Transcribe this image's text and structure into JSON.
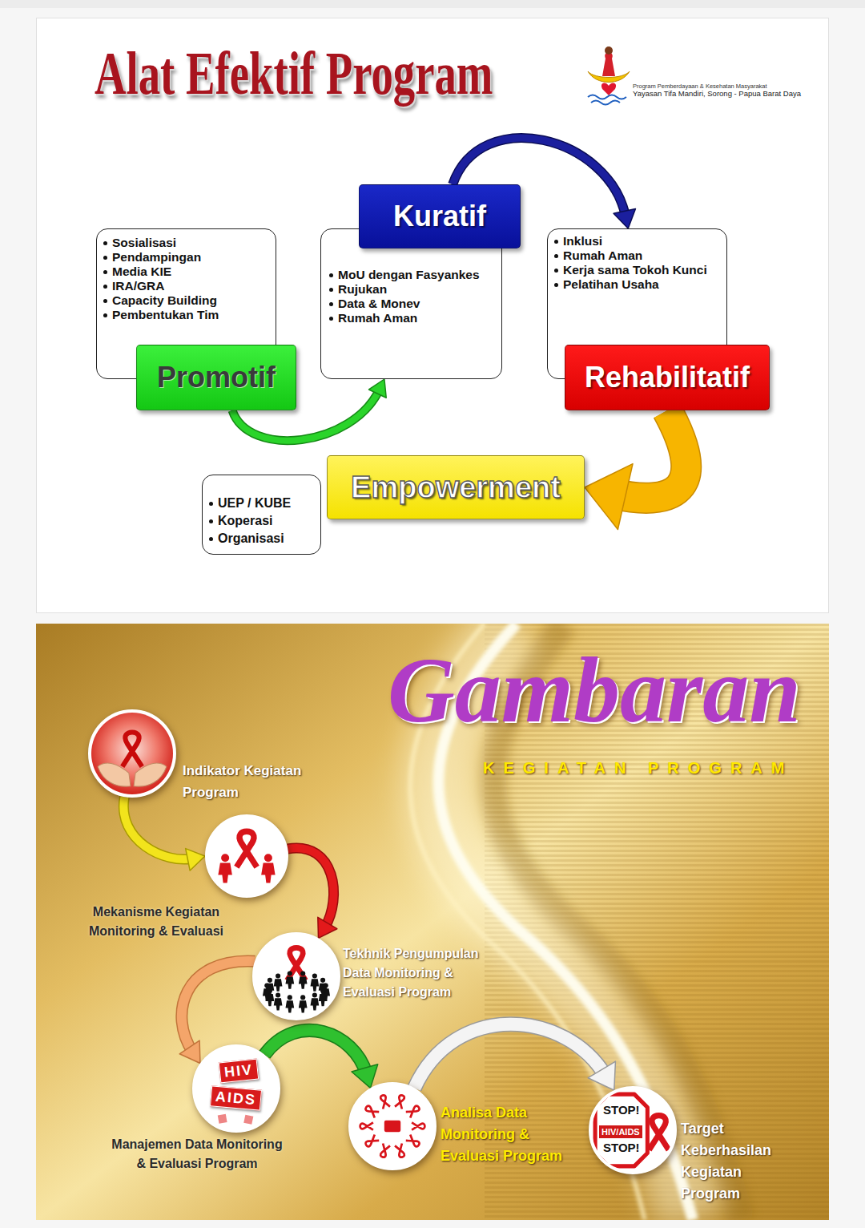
{
  "diagram": {
    "title": "Alat Efektif Program",
    "nodes": [
      {
        "text": [
          "Sosialisasi",
          "Pendampingan",
          "Media KIE",
          "IRA/GRA",
          "Capacity Building",
          "Pembentukan Tim"
        ]
      },
      {
        "text": [
          "Promotif"
        ]
      },
      {
        "text": [
          "Kuratif"
        ]
      },
      {
        "text": [
          "MoU dengan Fasyankes",
          "Rujukan",
          "Data & Monev",
          "Rumah Aman"
        ]
      },
      {
        "text": [
          "Inklusi",
          "Rumah Aman",
          "Kerja sama Tokoh Kunci",
          "Pelatihan Usaha"
        ]
      },
      {
        "text": [
          "Rehabilitatif"
        ]
      },
      {
        "text": [
          "Empowerment"
        ]
      },
      {
        "text": [
          "UEP / KUBE",
          "Koperasi",
          "Organisasi"
        ]
      },
      {
        "text": [
          "Indikator Kegiatan Program"
        ]
      },
      {
        "text": [
          "Mekanisme Kegiatan Monitoring & Evaluasi"
        ]
      },
      {
        "text": [
          "Tekhnik Pengumpulan Data Monitoring & Evaluasi Program"
        ]
      },
      {
        "text": [
          "Manajemen Data Monitoring & Evaluasi Program",
          "HIV",
          "AIDS"
        ]
      },
      {
        "text": [
          "Analisa Data Monitoring & Evaluasi Program"
        ]
      },
      {
        "text": [
          "Target Keberhasilan Kegiatan Program",
          "STOP!",
          "HIV/AIDS",
          "STOP!"
        ]
      }
    ],
    "edges": [
      {
        "from": 1,
        "to": 3,
        "arrow": "to"
      },
      {
        "from": 2,
        "to": 4,
        "arrow": "to"
      },
      {
        "from": 5,
        "to": 6,
        "arrow": "to"
      },
      {
        "from": 8,
        "to": 9,
        "arrow": "to"
      },
      {
        "from": 9,
        "to": 10,
        "arrow": "to"
      },
      {
        "from": 10,
        "to": 11,
        "arrow": "to"
      },
      {
        "from": 11,
        "to": 12,
        "arrow": "to"
      },
      {
        "from": 12,
        "to": 13,
        "arrow": "to"
      }
    ],
    "labels": [
      "Program Pemberdayaan & Kesehatan Masyarakat",
      "Yayasan Tifa Mandiri, Sorong - Papua Barat Daya",
      "Gambaran",
      "KEGIATAN PROGRAM"
    ]
  }
}
